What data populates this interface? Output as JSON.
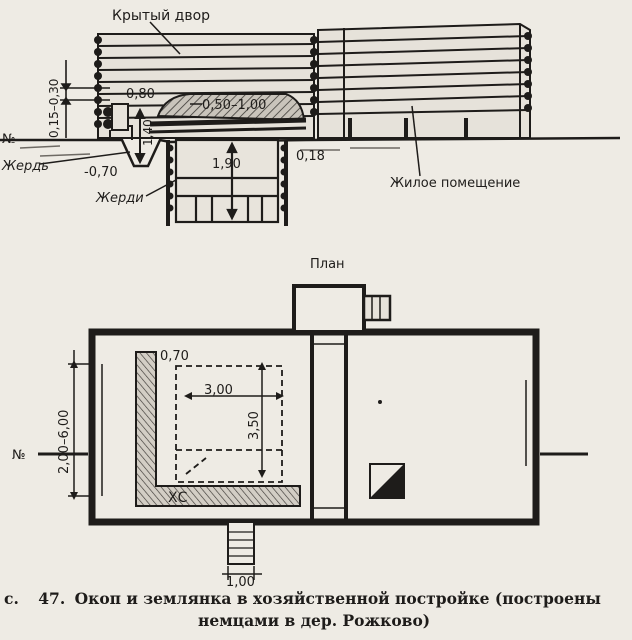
{
  "section": {
    "title": "Крытый двор",
    "living_room": "Жилое помещение",
    "zhered": "Жердь",
    "zherdi": "Жерди",
    "level_mark": "№",
    "dims": {
      "wall_offset": "0,15–0,30",
      "trench_width": "0,80",
      "trench_depth": "1,40",
      "trench_bottom": "-0,70",
      "roof_cover": "0,50–1,00",
      "dugout_height": "1,90",
      "dugout_gap": "0,18"
    }
  },
  "plan": {
    "title": "План",
    "hs_label": "ХС",
    "level_mark": "№",
    "dims": {
      "trench_width": "0,70",
      "dugout_length": "3,00",
      "dugout_width": "3,50",
      "overall": "2,00–6,00",
      "entry": "1,00"
    }
  },
  "caption": {
    "prefix": "с.",
    "number": "47.",
    "line1": "Окоп и  землянка в хозяйственной постройке  (построены",
    "line2": "немцами в дер. Рожково)"
  },
  "colors": {
    "ink": "#1e1c1a",
    "paper": "#eeebe4",
    "hatch": "#6e6a64"
  }
}
